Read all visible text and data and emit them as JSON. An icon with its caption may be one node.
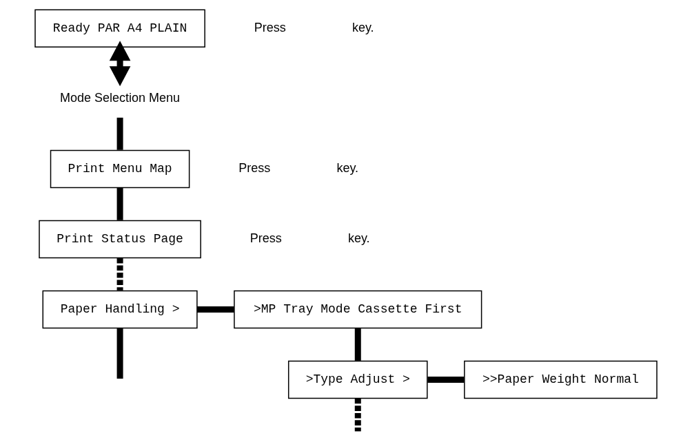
{
  "diagram": {
    "nodes": [
      {
        "text": [
          "Ready PAR A4 PLAIN"
        ]
      },
      {
        "text": [
          "Mode Selection Menu"
        ]
      },
      {
        "text": [
          "Print Menu Map"
        ]
      },
      {
        "text": [
          "Print Status Page"
        ]
      },
      {
        "text": [
          "Paper Handling >"
        ]
      },
      {
        "text": [
          ">MP Tray Mode Cassette First"
        ]
      },
      {
        "text": [
          ">Type Adjust >"
        ]
      },
      {
        "text": [
          ">>Paper Weight Normal"
        ]
      }
    ],
    "edges": [
      {
        "from": 0,
        "to": 1,
        "arrow": "both"
      },
      {
        "from": 1,
        "to": 2,
        "arrow": "none"
      },
      {
        "from": 2,
        "to": 3,
        "arrow": "none"
      },
      {
        "from": 3,
        "to": 4,
        "arrow": "none",
        "style": "dashed"
      },
      {
        "from": 4,
        "to": null,
        "arrow": "none"
      },
      {
        "from": 4,
        "to": 5,
        "arrow": "none"
      },
      {
        "from": 5,
        "to": 6,
        "arrow": "none"
      },
      {
        "from": 6,
        "to": 7,
        "arrow": "none"
      },
      {
        "from": 6,
        "to": null,
        "arrow": "none",
        "style": "dashed"
      }
    ],
    "labels": [
      "Press",
      "key.",
      "Press",
      "key.",
      "Press",
      "key."
    ]
  }
}
